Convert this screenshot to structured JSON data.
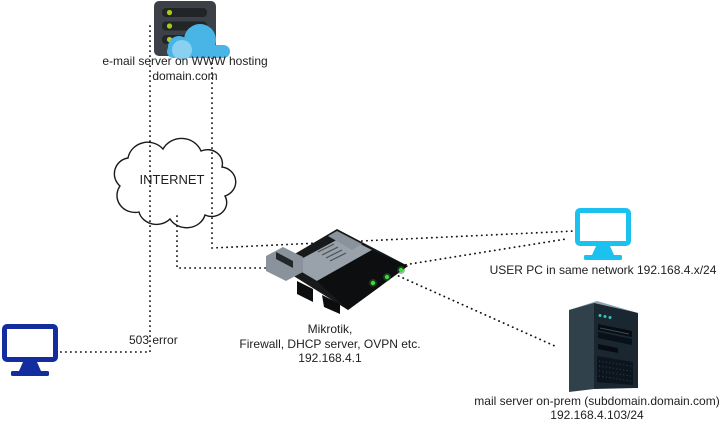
{
  "diagram": {
    "labels": {
      "email_server_line1": "e-mail server on WWW hosting",
      "email_server_line2": "domain.com",
      "internet": "INTERNET",
      "router_line1": "Mikrotik,",
      "router_line2": "Firewall, DHCP server, OVPN etc.",
      "router_line3": "192.168.4.1",
      "user_pc": "USER PC in same network 192.168.4.x/24",
      "mail_server_line1": "mail server on-prem (subdomain.domain.com)",
      "mail_server_line2": "192.168.4.103/24",
      "error": "503 error"
    },
    "colors": {
      "user_pc_monitor": "#1BC1EF",
      "client_pc_monitor": "#142D9E",
      "cloud_blue": "#49B5E7",
      "cloud_blue_light": "#8BD0F0",
      "server_led_green": "#AFC916",
      "router_led_green": "#3BD93B",
      "mail_led_teal": "#2EC4C4",
      "connector_line": "#141414",
      "internet_cloud_stroke": "#1A1A1A"
    },
    "icon_names": {
      "email_server": "email-server-rack-icon",
      "hosting_cloud": "hosting-cloud-icon",
      "internet": "internet-cloud-icon",
      "router": "mikrotik-router-icon",
      "user_pc": "user-pc-monitor-icon",
      "mail_server": "mail-server-tower-icon",
      "client_pc": "client-pc-monitor-icon"
    }
  }
}
